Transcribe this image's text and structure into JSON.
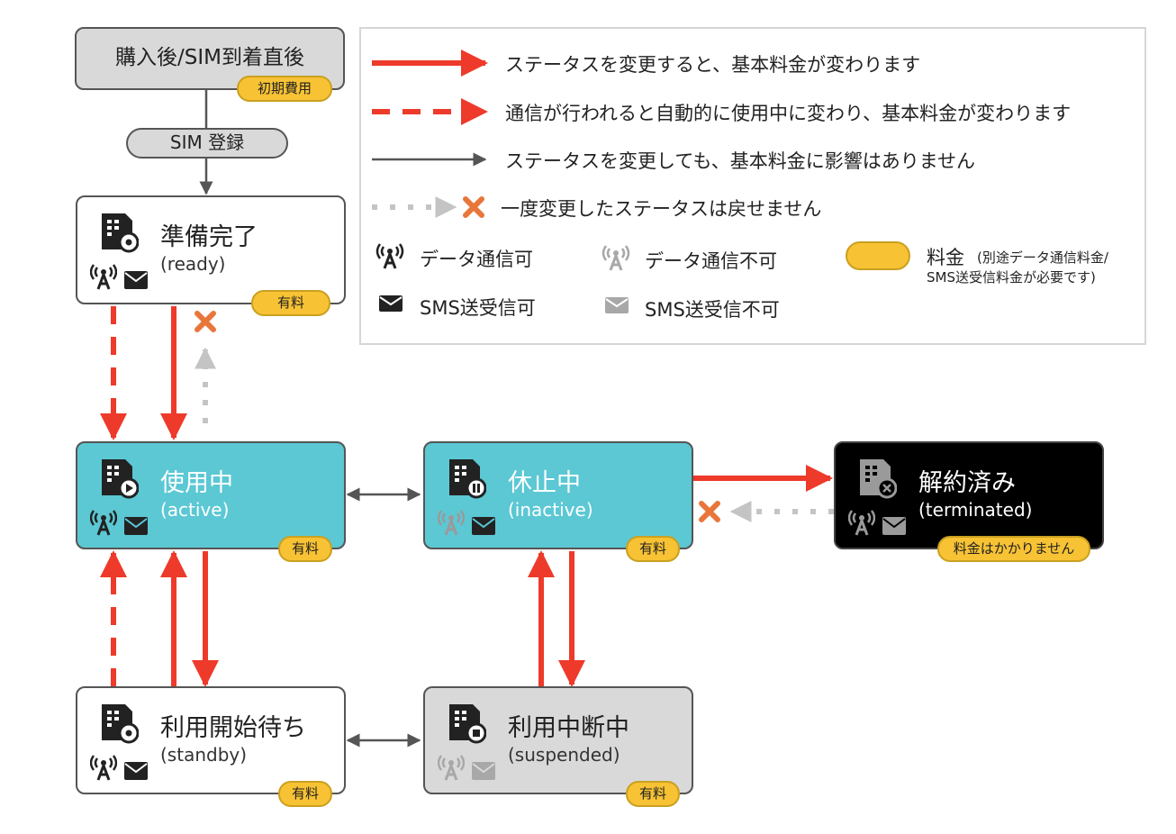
{
  "start": {
    "title": "購入後/SIM到着直後",
    "fee": "初期費用"
  },
  "register": {
    "label": "SIM 登録"
  },
  "nodes": {
    "ready": {
      "title": "準備完了",
      "code": "(ready)",
      "fee": "有料"
    },
    "active": {
      "title": "使用中",
      "code": "(active)",
      "fee": "有料"
    },
    "inactive": {
      "title": "休止中",
      "code": "(inactive)",
      "fee": "有料"
    },
    "terminated": {
      "title": "解約済み",
      "code": "(terminated)",
      "fee": "料金はかかりません"
    },
    "standby": {
      "title": "利用開始待ち",
      "code": "(standby)",
      "fee": "有料"
    },
    "suspended": {
      "title": "利用中断中",
      "code": "(suspended)",
      "fee": "有料"
    }
  },
  "legend": {
    "solid_red": "ステータスを変更すると、基本料金が変わります",
    "dashed_red": "通信が行われると自動的に使用中に変わり、基本料金が変わります",
    "thin_gray": "ステータスを変更しても、基本料金に影響はありません",
    "no_return": "一度変更したステータスは戻せません",
    "data_ok": "データ通信可",
    "data_ng": "データ通信不可",
    "sms_ok": "SMS送受信可",
    "sms_ng": "SMS送受信不可",
    "fee_title": "料金",
    "fee_note1": "(別途データ通信料金/",
    "fee_note2": "SMS送受信料金が必要です)"
  },
  "colors": {
    "red": "#ee3a2a",
    "cyan": "#5bc8d4",
    "fee": "#f7c234",
    "gray_arrow": "#c4c4c4",
    "cross": "#e8763a"
  }
}
